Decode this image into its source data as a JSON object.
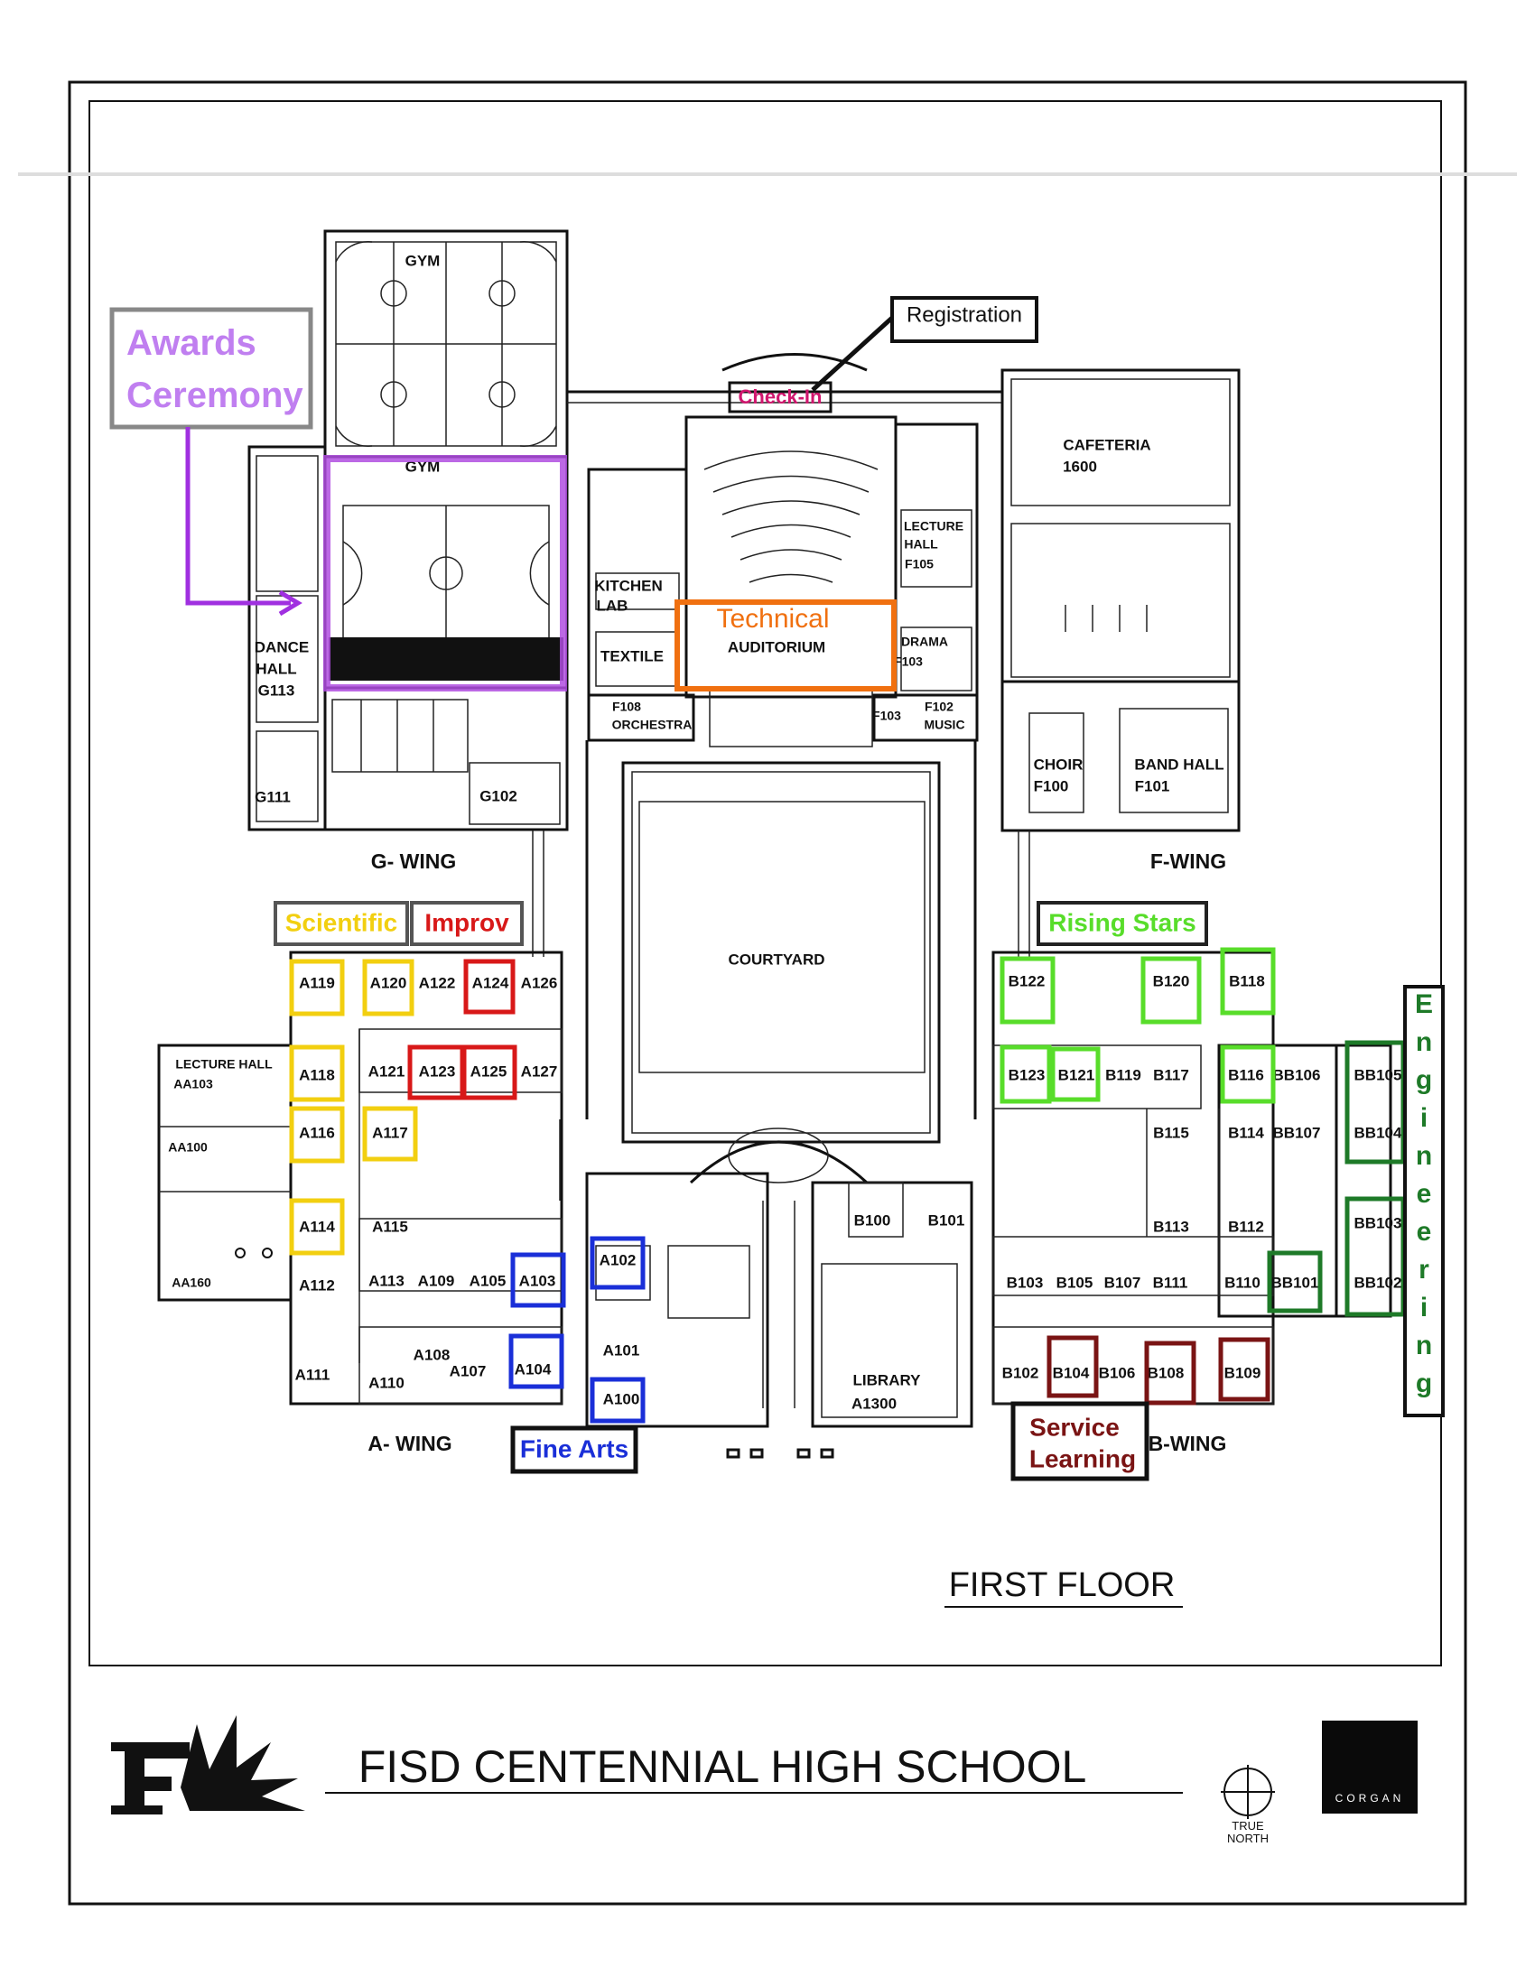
{
  "header": {
    "floor_title": "FIRST FLOOR",
    "school_name": "FISD CENTENNIAL HIGH SCHOOL",
    "north_label_1": "TRUE",
    "north_label_2": "NORTH",
    "architect_logo": "CORGAN"
  },
  "wings": {
    "g": "G- WING",
    "f": "F-WING",
    "a": "A- WING",
    "b": "B-WING"
  },
  "spaces": {
    "gym_top": "GYM",
    "gym_main": "GYM",
    "dance_1": "DANCE",
    "dance_2": "HALL",
    "dance_3": "G113",
    "g111": "G111",
    "g102": "G102",
    "kitchen_1": "KITCHEN",
    "kitchen_2": "LAB",
    "textile": "TEXTILE",
    "auditorium": "AUDITORIUM",
    "orchestra_1": "F108",
    "orchestra_2": "ORCHESTRA",
    "f103": "F103",
    "music_1": "F102",
    "music_2": "MUSIC",
    "lecture_f_1": "LECTURE",
    "lecture_f_2": "HALL",
    "lecture_f_3": "F105",
    "drama_1": "DRAMA",
    "drama_2": "F103",
    "cafeteria_1": "CAFETERIA",
    "cafeteria_2": "1600",
    "choir_1": "CHOIR",
    "choir_2": "F100",
    "band_1": "BAND HALL",
    "band_2": "F101",
    "courtyard": "COURTYARD",
    "lecture_a_1": "LECTURE  HALL",
    "lecture_a_2": "AA103",
    "aa100": "AA100",
    "aa160": "AA160",
    "library_1": "LIBRARY",
    "library_2": "A1300"
  },
  "rooms": {
    "A119": "A119",
    "A120": "A120",
    "A122": "A122",
    "A124": "A124",
    "A126": "A126",
    "A118": "A118",
    "A121": "A121",
    "A123": "A123",
    "A125": "A125",
    "A127": "A127",
    "A116": "A116",
    "A117": "A117",
    "A114": "A114",
    "A115": "A115",
    "A112": "A112",
    "A113": "A113",
    "A109": "A109",
    "A105": "A105",
    "A103": "A103",
    "A111": "A111",
    "A110": "A110",
    "A108": "A108",
    "A107": "A107",
    "A104": "A104",
    "A102": "A102",
    "A101": "A101",
    "A100": "A100",
    "B100": "B100",
    "B101": "B101",
    "B122": "B122",
    "B120": "B120",
    "B118": "B118",
    "B123": "B123",
    "B121": "B121",
    "B119": "B119",
    "B117": "B117",
    "B116": "B116",
    "BB106": "BB106",
    "BB105": "BB105",
    "B115": "B115",
    "B114": "B114",
    "BB107": "BB107",
    "BB104": "BB104",
    "B113": "B113",
    "B112": "B112",
    "BB103": "BB103",
    "B103": "B103",
    "B105": "B105",
    "B107": "B107",
    "B111": "B111",
    "B110": "B110",
    "BB101": "BB101",
    "BB102": "BB102",
    "B102": "B102",
    "B104": "B104",
    "B106": "B106",
    "B108": "B108",
    "B109": "B109"
  },
  "event_labels": {
    "awards_1": "Awards",
    "awards_2": "Ceremony",
    "registration": "Registration",
    "check_in": "Check-In",
    "technical": "Technical",
    "scientific": "Scientific",
    "improv": "Improv",
    "rising_stars": "Rising Stars",
    "engineering_letters": [
      "E",
      "n",
      "g",
      "i",
      "n",
      "e",
      "e",
      "r",
      "i",
      "n",
      "g"
    ],
    "fine_arts": "Fine Arts",
    "service_1": "Service",
    "service_2": "Learning"
  },
  "colors": {
    "awards": "#b04ee0",
    "awards_box": "#888888",
    "registration": "#111111",
    "check_in": "#d0166e",
    "technical": "#f07010",
    "scientific": "#f2cf10",
    "improv": "#d81818",
    "rising_stars": "#58dd2a",
    "engineering": "#1e7a28",
    "fine_arts": "#1a2fd8",
    "service_learning": "#7a1414"
  }
}
